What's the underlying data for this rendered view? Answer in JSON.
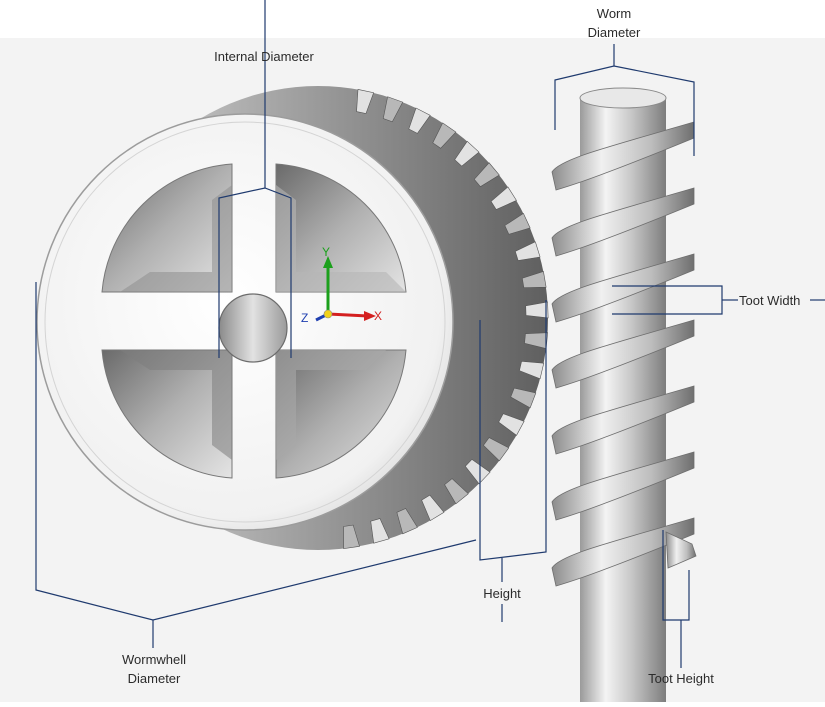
{
  "labels": {
    "worm_diameter_line1": "Worm",
    "worm_diameter_line2": "Diameter",
    "internal_diameter": "Internal Diameter",
    "toot_width": "Toot Width",
    "height": "Height",
    "wormwheel_diameter_line1": "Wormwhell",
    "wormwheel_diameter_line2": "Diameter",
    "toot_height": "Toot Height"
  },
  "axes": {
    "y": "Y",
    "x": "X",
    "z": "Z"
  },
  "colors": {
    "leader_line": "#1f3a6e",
    "viewport_background": "#f3f3f3",
    "axis_x": "#d42020",
    "axis_y": "#1ca01c",
    "axis_z": "#1f3fb0",
    "origin": "#f2d21b"
  }
}
